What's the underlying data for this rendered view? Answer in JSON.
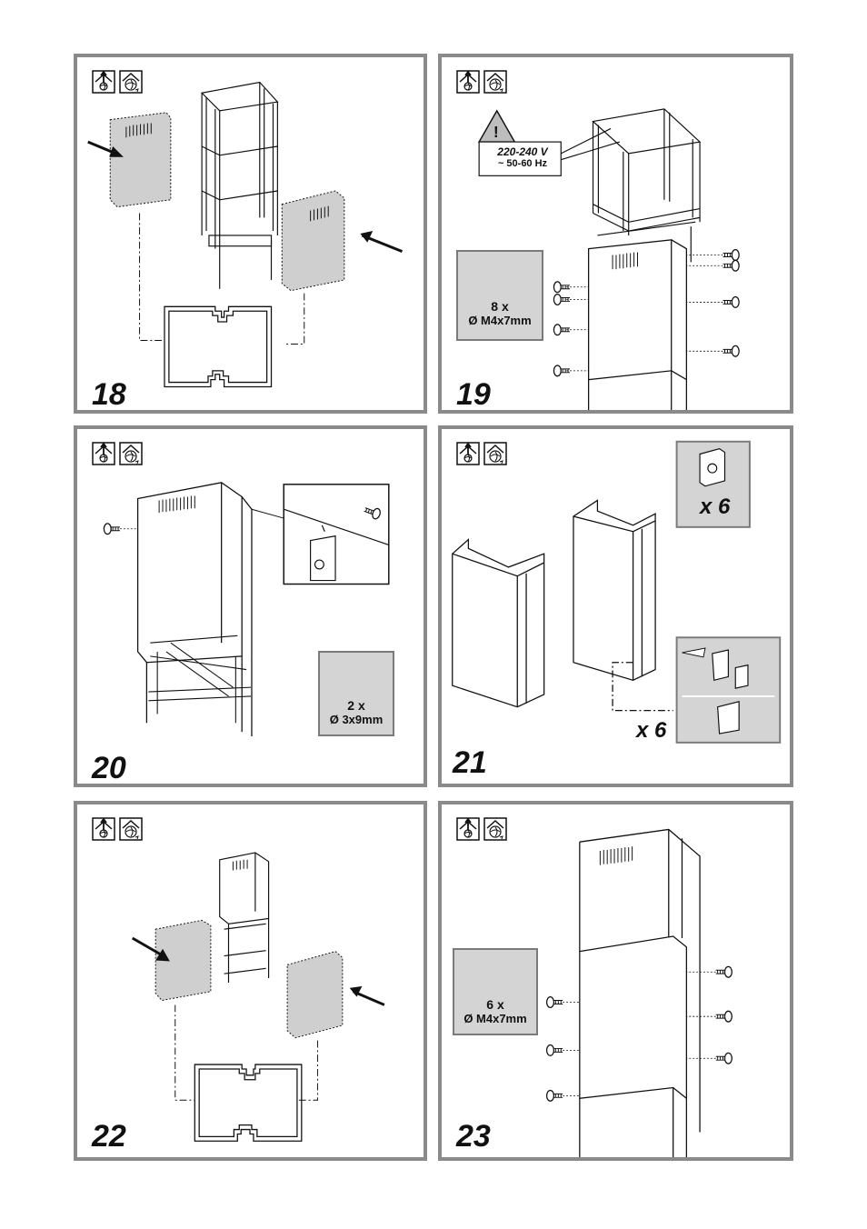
{
  "steps": [
    {
      "number": "18"
    },
    {
      "number": "19",
      "warning": {
        "voltage": "220-240 V",
        "frequency": "~ 50-60 Hz"
      },
      "screws": {
        "qty": "8 x",
        "spec": "Ø M4x7mm"
      }
    },
    {
      "number": "20",
      "screws": {
        "qty": "2 x",
        "spec": "Ø 3x9mm"
      }
    },
    {
      "number": "21",
      "clips": {
        "qty": "x 6"
      },
      "bracket_qty": "x 6"
    },
    {
      "number": "22"
    },
    {
      "number": "23",
      "screws": {
        "qty": "6 x",
        "spec": "Ø M4x7mm"
      }
    }
  ],
  "icons": [
    "ducted-extraction-icon",
    "recirculation-icon"
  ],
  "colors": {
    "frame": "#8a8a8a",
    "infobox": "#d4d4d4",
    "shaded_panel": "#c8c8c8"
  }
}
